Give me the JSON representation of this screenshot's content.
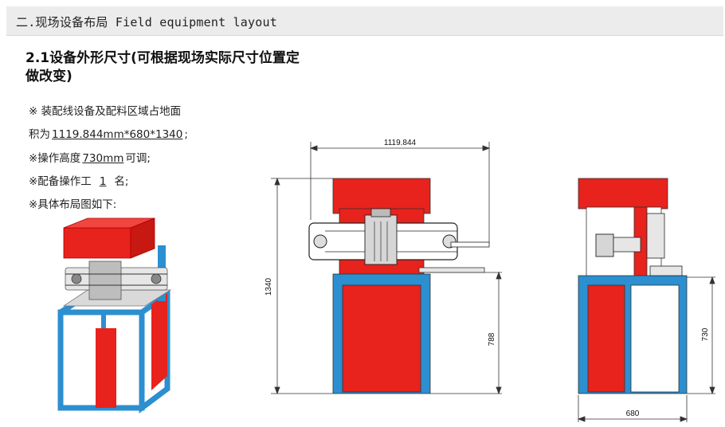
{
  "header": {
    "title": "二.现场设备布局 Field equipment layout"
  },
  "section": {
    "title": "2.1设备外形尺寸(可根据现场实际尺寸位置定做改变)"
  },
  "specs": {
    "line1": "※ 装配线设备及配料区域占地面",
    "line2_prefix": "积为",
    "line2_value": "1119.844mm*680*1340",
    "line2_suffix": ";",
    "line3_prefix": "※操作高度",
    "line3_value": "730mm",
    "line3_suffix": "可调;",
    "line4_prefix": "※配备操作工",
    "line4_value": "1",
    "line4_suffix": "名;",
    "line5": "※具体布局图如下:"
  },
  "dimensions": {
    "front_width": "1119.844",
    "front_total_height": "1340",
    "front_table_height": "788",
    "side_width": "680",
    "side_table_height": "730"
  },
  "colors": {
    "red": "#e8221c",
    "blue": "#2b8fd0",
    "gray": "#c9c9c9",
    "dark": "#333333"
  }
}
